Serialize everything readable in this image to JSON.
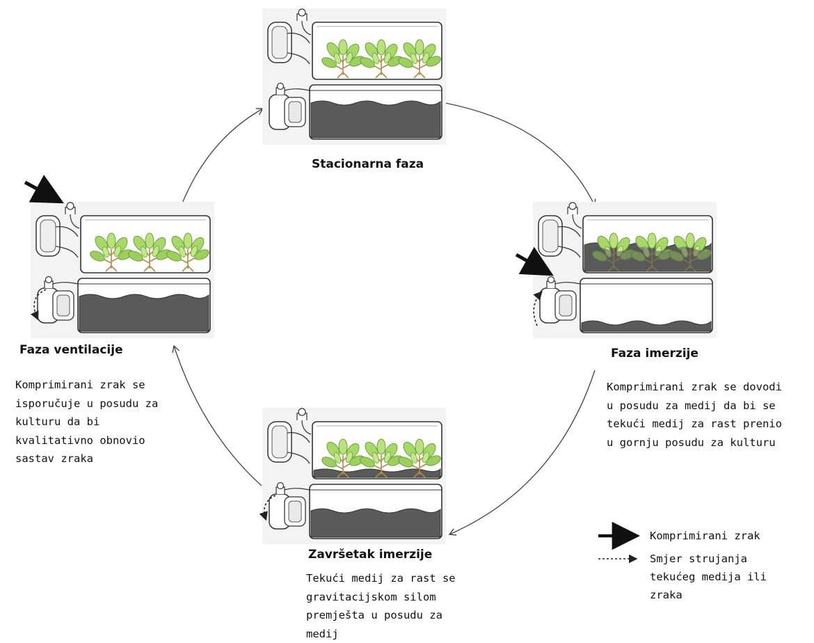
{
  "phases": {
    "stationary": {
      "title": "Stacionarna faza"
    },
    "immersion": {
      "title": "Faza imerzije",
      "description": [
        "Komprimirani zrak se dovodi",
        "u posudu za medij da bi se",
        "tekući medij za rast prenio",
        "u gornju posudu za kulturu"
      ]
    },
    "end_immersion": {
      "title": "Završetak imerzije",
      "description": [
        "Tekući medij za rast se",
        "gravitacijskom silom",
        "premješta u posudu za",
        "medij"
      ]
    },
    "ventilation": {
      "title": "Faza ventilacije",
      "description": [
        "Komprimirani zrak se",
        "isporučuje u posudu za",
        "kulturu da bi",
        "kvalitativno obnovio",
        "sastav zraka"
      ]
    }
  },
  "legend": {
    "solid_arrow": "Komprimirani zrak",
    "dashed_arrow": [
      "Smjer strujanja",
      "tekućeg medija ili",
      "zraka"
    ]
  },
  "colors": {
    "plant_light": "#a8d86a",
    "plant_dark": "#6a9e3a",
    "stem": "#b08a4a",
    "medium": "#5a5a5a",
    "outline": "#333333",
    "cycle_arrow": "#444444"
  },
  "icons": [
    "solid-arrow-icon",
    "dashed-arrow-icon",
    "bioreactor-icon",
    "plant-icon"
  ]
}
